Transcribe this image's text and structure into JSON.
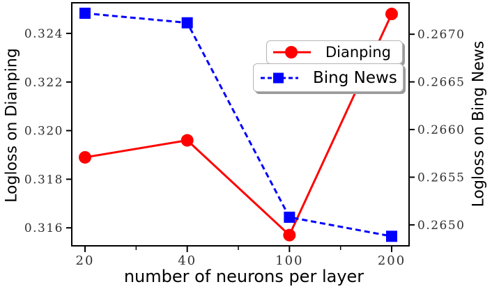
{
  "chart_data": {
    "type": "line",
    "xlabel": "number of neurons per layer",
    "x_axis": {
      "categories": [
        "20",
        "40",
        "100",
        "200"
      ],
      "minor_positions": [
        0.5,
        1.5,
        2.5
      ]
    },
    "left_axis": {
      "label": "Logloss on Dianping",
      "tick_values": [
        0.316,
        0.318,
        0.32,
        0.322,
        0.324
      ],
      "tick_labels": [
        "0.316",
        "0.318",
        "0.320",
        "0.322",
        "0.324"
      ],
      "ylim": [
        0.31526,
        0.32526
      ]
    },
    "right_axis": {
      "label": "Logloss on Bing News",
      "tick_values": [
        0.265,
        0.2655,
        0.266,
        0.2665,
        0.267
      ],
      "tick_labels": [
        "0.2650",
        "0.2655",
        "0.2660",
        "0.2665",
        "0.2670"
      ],
      "ylim": [
        0.26478,
        0.26733
      ]
    },
    "series": [
      {
        "name": "Dianping",
        "axis": "left",
        "color": "#ff0000",
        "marker": "circle",
        "linestyle": "solid",
        "values": [
          0.3189,
          0.3196,
          0.3157,
          0.3248
        ]
      },
      {
        "name": "Bing News",
        "axis": "right",
        "color": "#0000ff",
        "marker": "square",
        "linestyle": "dashed",
        "values": [
          0.26722,
          0.26712,
          0.26508,
          0.26488
        ]
      }
    ],
    "legend": {
      "position": "upper-right-stacked",
      "entries": [
        "Dianping",
        "Bing News"
      ]
    },
    "frame_color": "#000000",
    "background_color": "#ffffff"
  }
}
